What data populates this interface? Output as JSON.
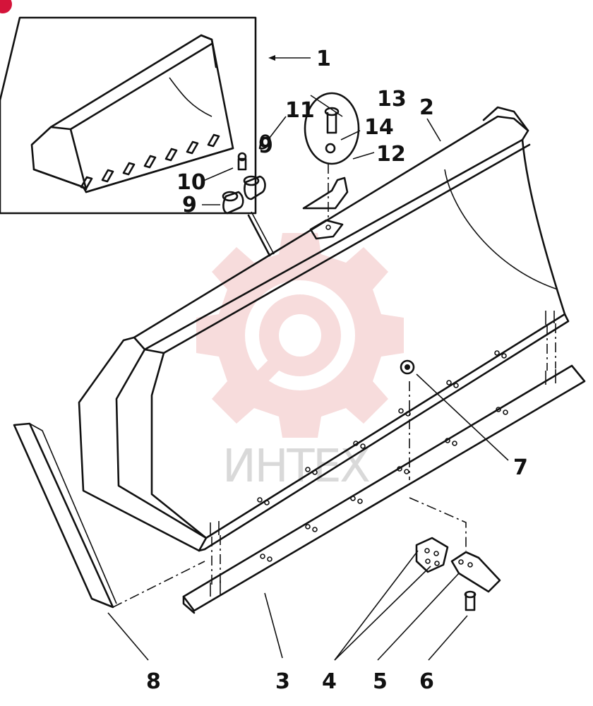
{
  "colors": {
    "ink": "#111111",
    "watermark": "#f1c0c0",
    "watermark_text": "#d9d9d9",
    "badge": "#d4143a"
  },
  "watermark": {
    "text": "ИНТЕХ",
    "icon": "gear-wrench-logo"
  },
  "parts": {
    "p1": "1",
    "p2": "2",
    "p3": "3",
    "p4": "4",
    "p5": "5",
    "p6": "6",
    "p7": "7",
    "p8": "8",
    "p9a": "9",
    "p9b": "9",
    "p10": "10",
    "p11": "11",
    "p12": "12",
    "p13": "13",
    "p14": "14"
  }
}
